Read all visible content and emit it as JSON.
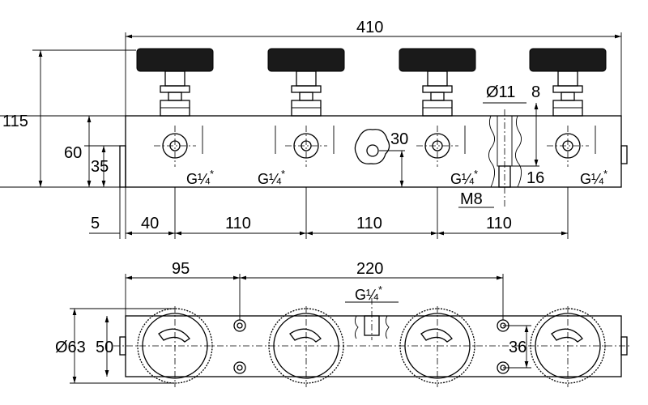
{
  "drawing": {
    "front_view": {
      "overall_width": "410",
      "overall_height": "115",
      "height_60": "60",
      "height_35": "35",
      "offset_5": "5",
      "spacing_40": "40",
      "spacing_110": "110",
      "hole_dia": "Ø11",
      "depth_8": "8",
      "thread_depth": "16",
      "center_port": "30",
      "thread_m8": "M8",
      "port_g": "G¼",
      "port_star": "*"
    },
    "top_view": {
      "width_95": "95",
      "width_220": "220",
      "dia_63": "Ø63",
      "dim_50": "50",
      "dim_36": "36",
      "port_g": "G¼",
      "port_star": "*"
    }
  }
}
